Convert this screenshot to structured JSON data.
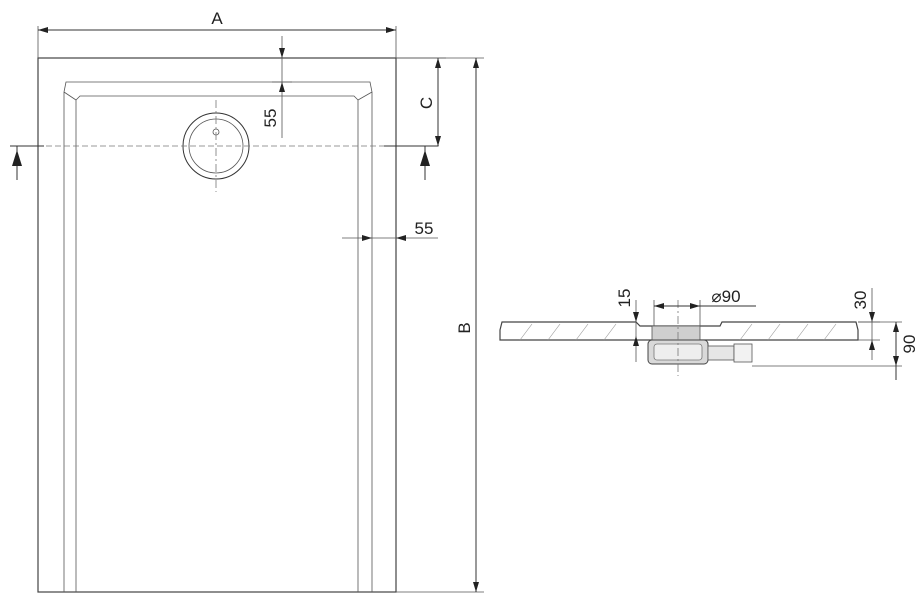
{
  "dimensions": {
    "width_label": "A",
    "length_label": "B",
    "drain_offset_label": "C",
    "drain_from_top": "55",
    "rim_side": "55",
    "edge_height": "15",
    "drain_diameter": "⌀90",
    "tray_height": "30",
    "total_height": "90"
  }
}
